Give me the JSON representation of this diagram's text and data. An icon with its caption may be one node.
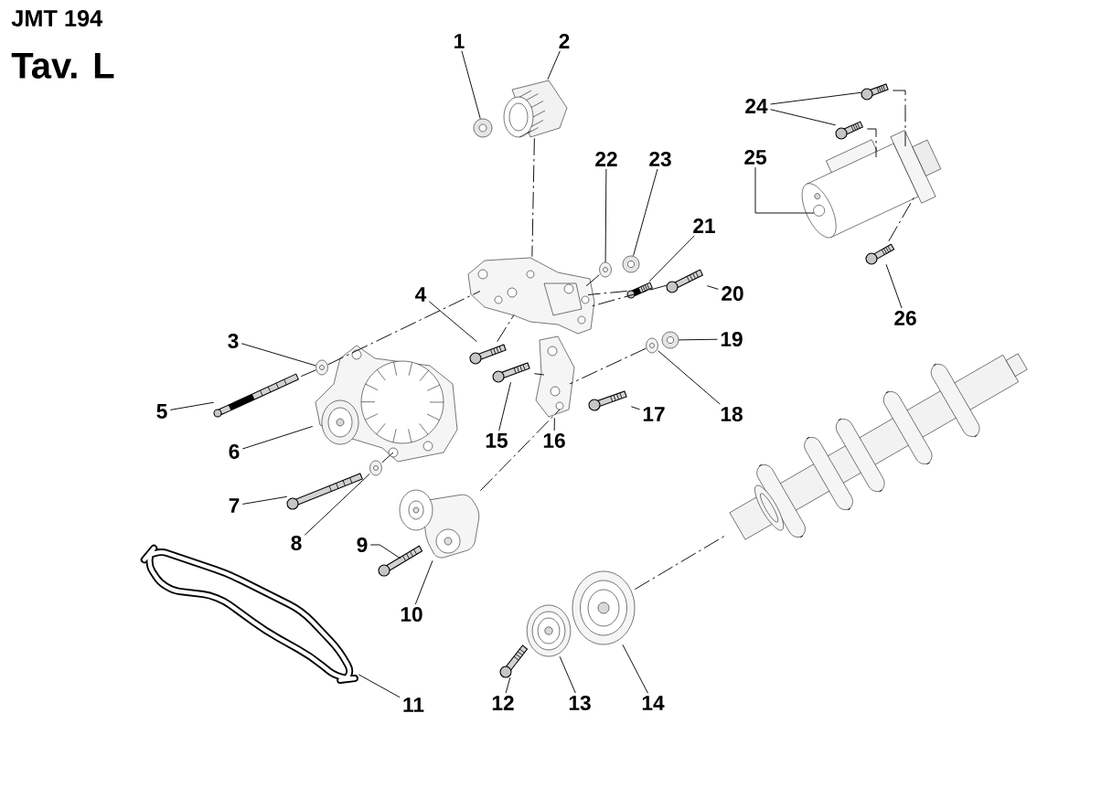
{
  "diagram": {
    "title": "JMT 194",
    "nodes": [
      {
        "text": [
          "1"
        ]
      },
      {
        "text": [
          "2"
        ]
      },
      {
        "text": [
          "3"
        ]
      },
      {
        "text": [
          "4"
        ]
      },
      {
        "text": [
          "5"
        ]
      },
      {
        "text": [
          "6"
        ]
      },
      {
        "text": [
          "7"
        ]
      },
      {
        "text": [
          "8"
        ]
      },
      {
        "text": [
          "9"
        ]
      },
      {
        "text": [
          "10"
        ]
      },
      {
        "text": [
          "11"
        ]
      },
      {
        "text": [
          "12"
        ]
      },
      {
        "text": [
          "13"
        ]
      },
      {
        "text": [
          "14"
        ]
      },
      {
        "text": [
          "15"
        ]
      },
      {
        "text": [
          "16"
        ]
      },
      {
        "text": [
          "17"
        ]
      },
      {
        "text": [
          "18"
        ]
      },
      {
        "text": [
          "19"
        ]
      },
      {
        "text": [
          "20"
        ]
      },
      {
        "text": [
          "21"
        ]
      },
      {
        "text": [
          "22"
        ]
      },
      {
        "text": [
          "23"
        ]
      },
      {
        "text": [
          "24"
        ]
      },
      {
        "text": [
          "25"
        ]
      },
      {
        "text": [
          "26"
        ]
      },
      {
        "text": [],
        "shape": "picture"
      },
      {
        "text": [],
        "shape": "picture"
      },
      {
        "text": [],
        "shape": "picture"
      },
      {
        "text": [],
        "shape": "picture"
      },
      {
        "text": [],
        "shape": "picture"
      },
      {
        "text": [],
        "shape": "picture"
      },
      {
        "text": [],
        "shape": "picture"
      },
      {
        "text": [],
        "shape": "picture"
      },
      {
        "text": [],
        "shape": "picture"
      },
      {
        "text": [],
        "shape": "picture"
      },
      {
        "text": [],
        "shape": "picture"
      },
      {
        "text": [],
        "shape": "picture"
      },
      {
        "text": [],
        "shape": "picture"
      },
      {
        "text": [],
        "shape": "picture"
      },
      {
        "text": [],
        "shape": "picture"
      },
      {
        "text": [],
        "shape": "picture"
      },
      {
        "text": [],
        "shape": "picture"
      },
      {
        "text": [],
        "shape": "picture"
      },
      {
        "text": [],
        "shape": "picture"
      },
      {
        "text": [],
        "shape": "picture"
      },
      {
        "text": [],
        "shape": "picture"
      },
      {
        "text": [],
        "shape": "picture"
      },
      {
        "text": [],
        "shape": "picture"
      },
      {
        "text": [],
        "shape": "picture"
      },
      {
        "text": [],
        "shape": "picture"
      },
      {
        "text": [],
        "shape": "picture"
      },
      {
        "text": [],
        "shape": "picture"
      },
      {
        "text": [],
        "shape": "picture"
      },
      {
        "text": [],
        "shape": "picture"
      }
    ],
    "edges": [
      {
        "from": 0,
        "to": 26,
        "arrow": "none"
      },
      {
        "from": 1,
        "to": 27,
        "arrow": "none"
      },
      {
        "from": 2,
        "to": 28,
        "arrow": "none"
      },
      {
        "from": 3,
        "to": 29,
        "arrow": "none"
      },
      {
        "from": 4,
        "to": 30,
        "arrow": "none"
      },
      {
        "from": 5,
        "to": 31,
        "arrow": "none"
      },
      {
        "from": 6,
        "to": 32,
        "arrow": "none"
      },
      {
        "from": 7,
        "to": 33,
        "arrow": "none"
      },
      {
        "from": 8,
        "to": 34,
        "arrow": "none"
      },
      {
        "from": 9,
        "to": 35,
        "arrow": "none"
      },
      {
        "from": 10,
        "to": 36,
        "arrow": "none"
      },
      {
        "from": 11,
        "to": 37,
        "arrow": "none"
      },
      {
        "from": 12,
        "to": 38,
        "arrow": "none"
      },
      {
        "from": 13,
        "to": 39,
        "arrow": "none"
      },
      {
        "from": 14,
        "to": 40,
        "arrow": "none"
      },
      {
        "from": 15,
        "to": 41,
        "arrow": "none"
      },
      {
        "from": 16,
        "to": 42,
        "arrow": "none"
      },
      {
        "from": 17,
        "to": 43,
        "arrow": "none"
      },
      {
        "from": 18,
        "to": 44,
        "arrow": "none"
      },
      {
        "from": 19,
        "to": 45,
        "arrow": "none"
      },
      {
        "from": 20,
        "to": 46,
        "arrow": "none"
      },
      {
        "from": 21,
        "to": 47,
        "arrow": "none"
      },
      {
        "from": 22,
        "to": 48,
        "arrow": "none"
      },
      {
        "from": 23,
        "to": 49,
        "arrow": "none"
      },
      {
        "from": 23,
        "to": 50,
        "arrow": "none"
      },
      {
        "from": 24,
        "to": 51,
        "arrow": "none"
      },
      {
        "from": 25,
        "to": 52,
        "arrow": "none"
      },
      {
        "from": 27,
        "to": 53,
        "arrow": "none",
        "style": "dashed"
      },
      {
        "from": 28,
        "to": 53,
        "arrow": "none",
        "style": "dashed"
      },
      {
        "from": 29,
        "to": 53,
        "arrow": "none",
        "style": "dashed"
      },
      {
        "from": 40,
        "to": 41,
        "arrow": "none",
        "style": "dashed"
      },
      {
        "from": 35,
        "to": 41,
        "arrow": "none",
        "style": "dashed"
      },
      {
        "from": 47,
        "to": 53,
        "arrow": "none",
        "style": "dashed"
      },
      {
        "from": 46,
        "to": 53,
        "arrow": "none",
        "style": "dashed"
      },
      {
        "from": 45,
        "to": 53,
        "arrow": "none",
        "style": "dashed"
      },
      {
        "from": 43,
        "to": 41,
        "arrow": "none",
        "style": "dashed"
      },
      {
        "from": 49,
        "to": 51,
        "arrow": "none",
        "style": "dashed"
      },
      {
        "from": 50,
        "to": 51,
        "arrow": "none",
        "style": "dashed"
      },
      {
        "from": 52,
        "to": 51,
        "arrow": "none",
        "style": "dashed"
      },
      {
        "from": 39,
        "to": 54,
        "arrow": "none",
        "style": "dashed"
      },
      {
        "from": 33,
        "to": 31,
        "arrow": "none",
        "style": "dashed"
      },
      {
        "from": 30,
        "to": 28,
        "arrow": "none",
        "style": "dashed"
      }
    ],
    "labels": [
      "Tav. L"
    ]
  }
}
